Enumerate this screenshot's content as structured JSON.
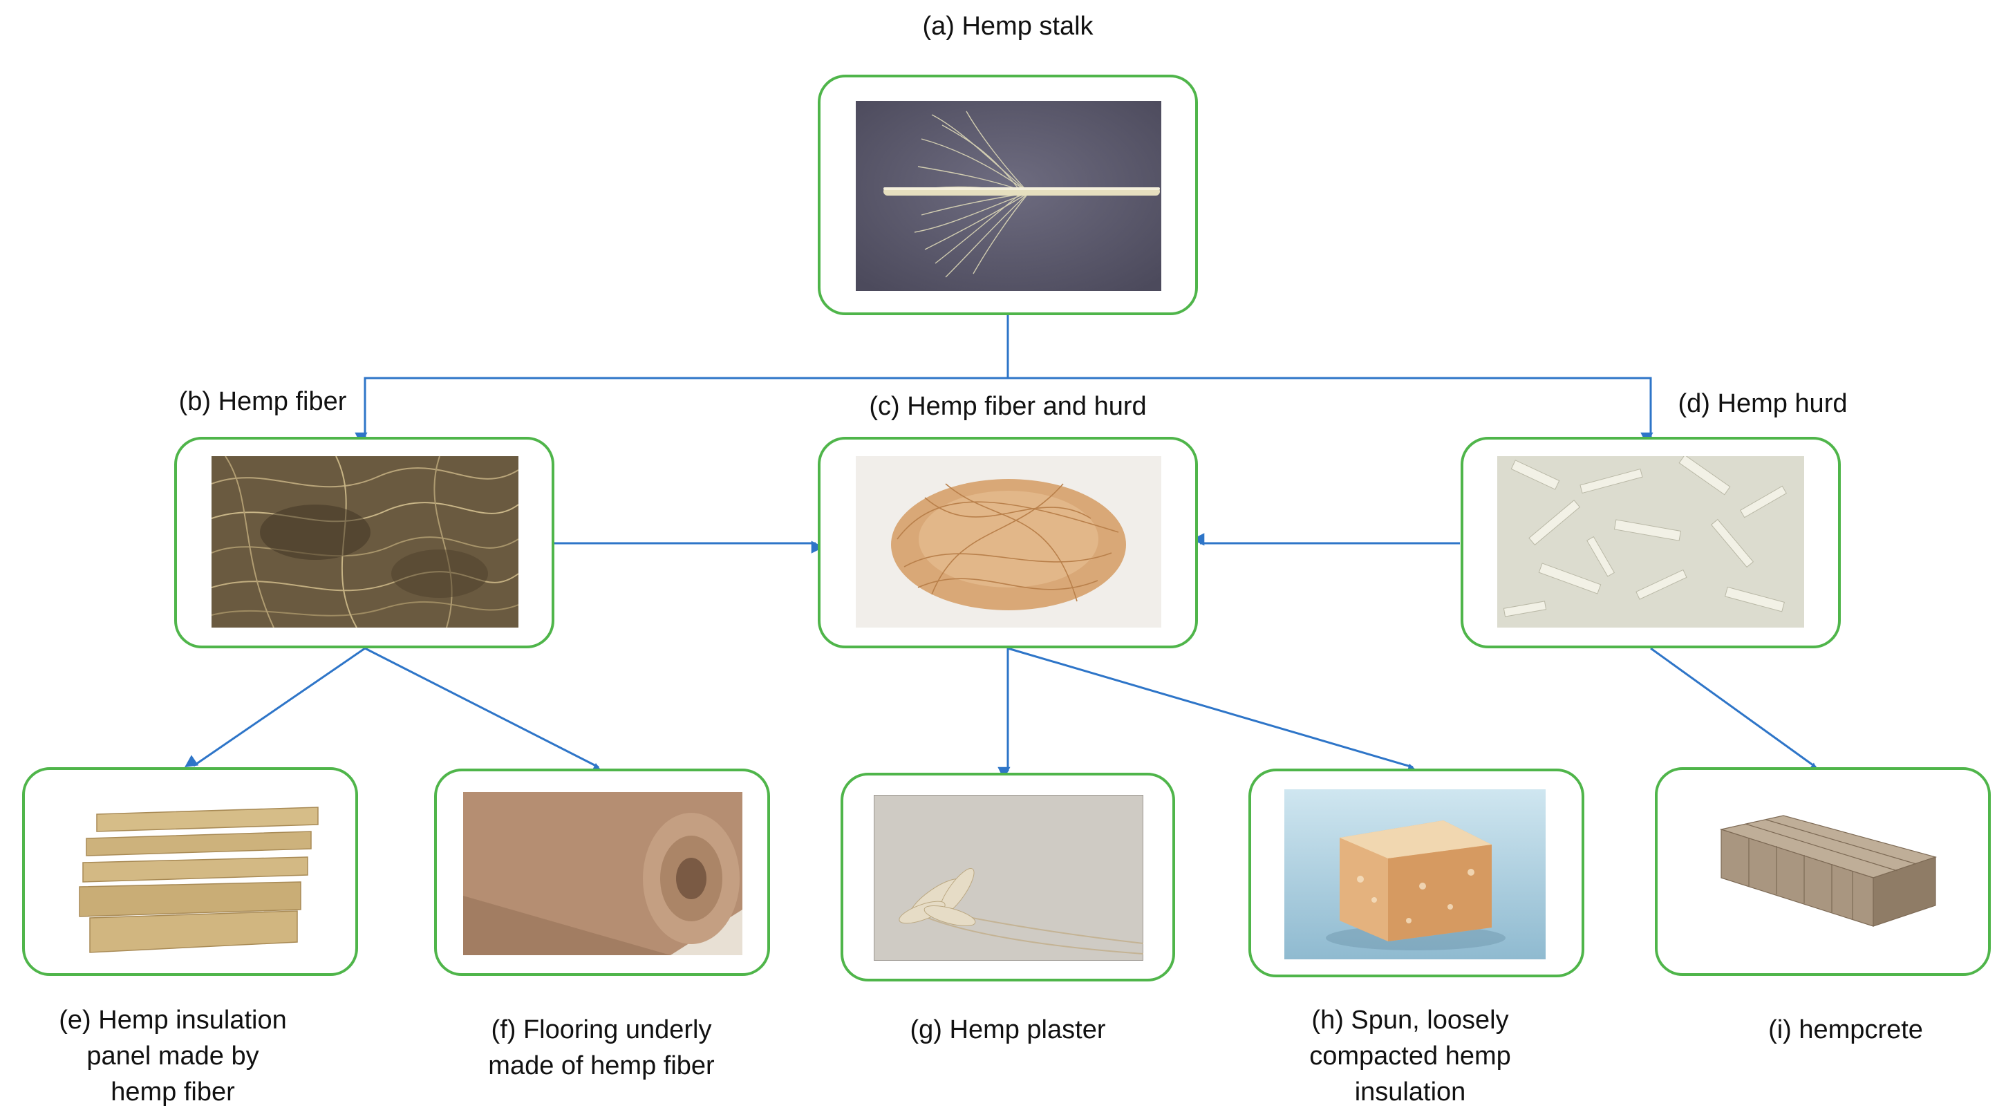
{
  "colors": {
    "box_border": "#4fb54a",
    "arrow": "#2e75c8",
    "text": "#111111"
  },
  "nodes": {
    "a": {
      "label": "(a) Hemp stalk",
      "picture": "hemp-stalk-photo"
    },
    "b": {
      "label": "(b) Hemp fiber",
      "picture": "hemp-fiber-photo"
    },
    "c": {
      "label": "(c) Hemp fiber and hurd",
      "picture": "hemp-fiber-and-hurd-photo"
    },
    "d": {
      "label": "(d) Hemp hurd",
      "picture": "hemp-hurd-photo"
    },
    "e": {
      "label_lines": [
        "(e) Hemp insulation",
        "panel made by",
        "hemp fiber"
      ],
      "picture": "hemp-insulation-panel-photo"
    },
    "f": {
      "label_lines": [
        "(f) Flooring underly",
        "made of hemp fiber"
      ],
      "picture": "flooring-underlay-roll-photo"
    },
    "g": {
      "label": "(g) Hemp plaster",
      "picture": "hemp-plaster-photo"
    },
    "h": {
      "label_lines": [
        "(h) Spun, loosely",
        "compacted hemp",
        "insulation"
      ],
      "picture": "spun-hemp-insulation-photo"
    },
    "i": {
      "label": "(i) hempcrete",
      "picture": "hempcrete-blocks-photo"
    }
  },
  "edges": [
    [
      "a",
      "b"
    ],
    [
      "a",
      "d"
    ],
    [
      "b",
      "c"
    ],
    [
      "d",
      "c"
    ],
    [
      "b",
      "e"
    ],
    [
      "b",
      "f"
    ],
    [
      "c",
      "g"
    ],
    [
      "c",
      "h"
    ],
    [
      "d",
      "i"
    ]
  ]
}
